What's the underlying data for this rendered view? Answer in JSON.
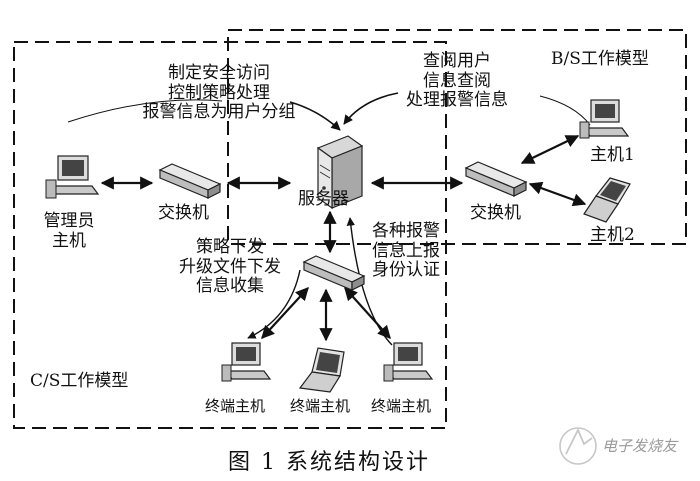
{
  "regions": {
    "bs_label": "B/S工作模型",
    "cs_label": "C/S工作模型"
  },
  "nodes": {
    "server": "服务器",
    "switch_left": "交换机",
    "switch_right": "交换机",
    "admin_host": [
      "管理员",
      "主机"
    ],
    "host1": "主机1",
    "host2": "主机2",
    "terminal_1": "终端主机",
    "terminal_2": "终端主机",
    "terminal_3": "终端主机"
  },
  "annotations": {
    "admin_policy": [
      "制定安全访问",
      "控制策略处理",
      "报警信息为用户分组"
    ],
    "user_query": [
      "查阅用户",
      "信息查阅",
      "处理报警信息"
    ],
    "policy_down": [
      "策略下发",
      "升级文件下发",
      "信息收集"
    ],
    "alarm_up": [
      "各种报警",
      "信息上报",
      "身份认证"
    ]
  },
  "caption": "图 1    系统结构设计",
  "watermark": "电子发烧友"
}
